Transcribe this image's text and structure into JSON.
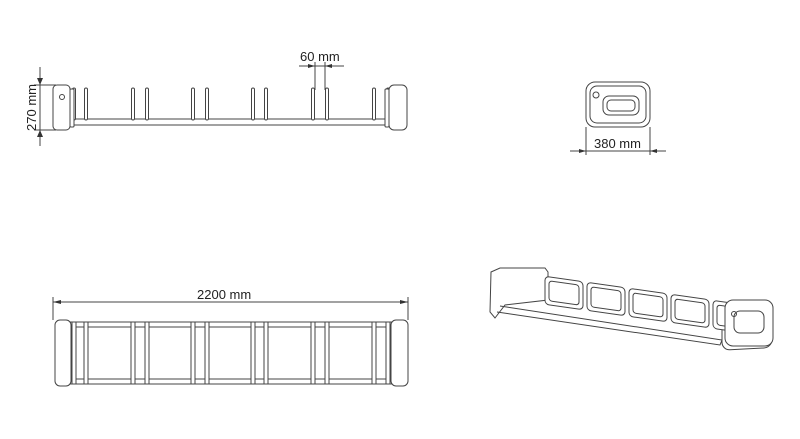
{
  "dimensions": {
    "height": "270 mm",
    "pin_spacing": "60 mm",
    "depth": "380 mm",
    "length": "2200 mm"
  },
  "views": [
    "side-view",
    "end-view",
    "top-view",
    "isometric-view"
  ],
  "line_color": "#444444"
}
